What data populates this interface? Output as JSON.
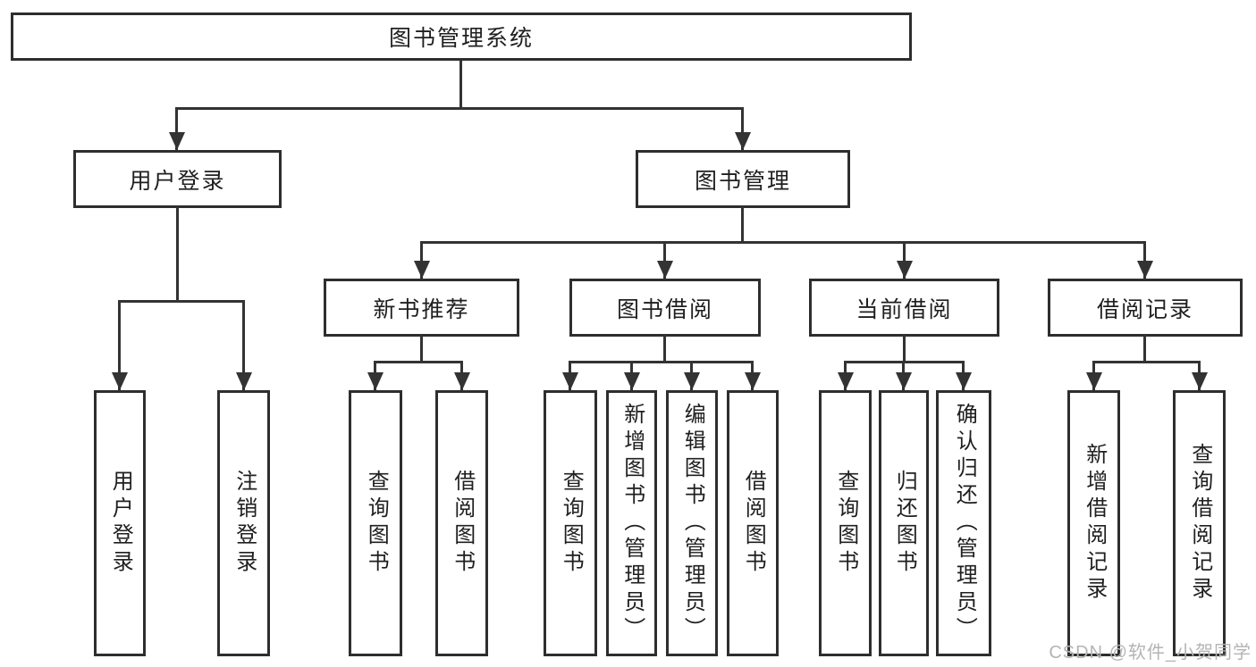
{
  "nodes": {
    "root": "图书管理系统",
    "level2": {
      "user_login": "用户登录",
      "book_mgmt": "图书管理"
    },
    "level3": {
      "new_book_rec": "新书推荐",
      "book_borrow": "图书借阅",
      "current_borrow": "当前借阅",
      "borrow_records": "借阅记录"
    },
    "level4": {
      "user_login": "用户登录",
      "logout": "注销登录",
      "rec_query": "查询图书",
      "rec_borrow": "借阅图书",
      "bb_query": "查询图书",
      "bb_add": "新增图书（管理员）",
      "bb_edit": "编辑图书（管理员）",
      "bb_borrow": "借阅图书",
      "cb_query": "查询图书",
      "cb_return": "归还图书",
      "cb_confirm": "确认归还（管理员）",
      "br_add": "新增借阅记录",
      "br_query": "查询借阅记录"
    }
  },
  "watermark": "CSDN @软件_小贺同学",
  "colors": {
    "line": "#333333",
    "border": "#2e2e2e",
    "fill": "#ffffff",
    "text": "#1f1f1f",
    "watermark": "#b4b4b4"
  }
}
